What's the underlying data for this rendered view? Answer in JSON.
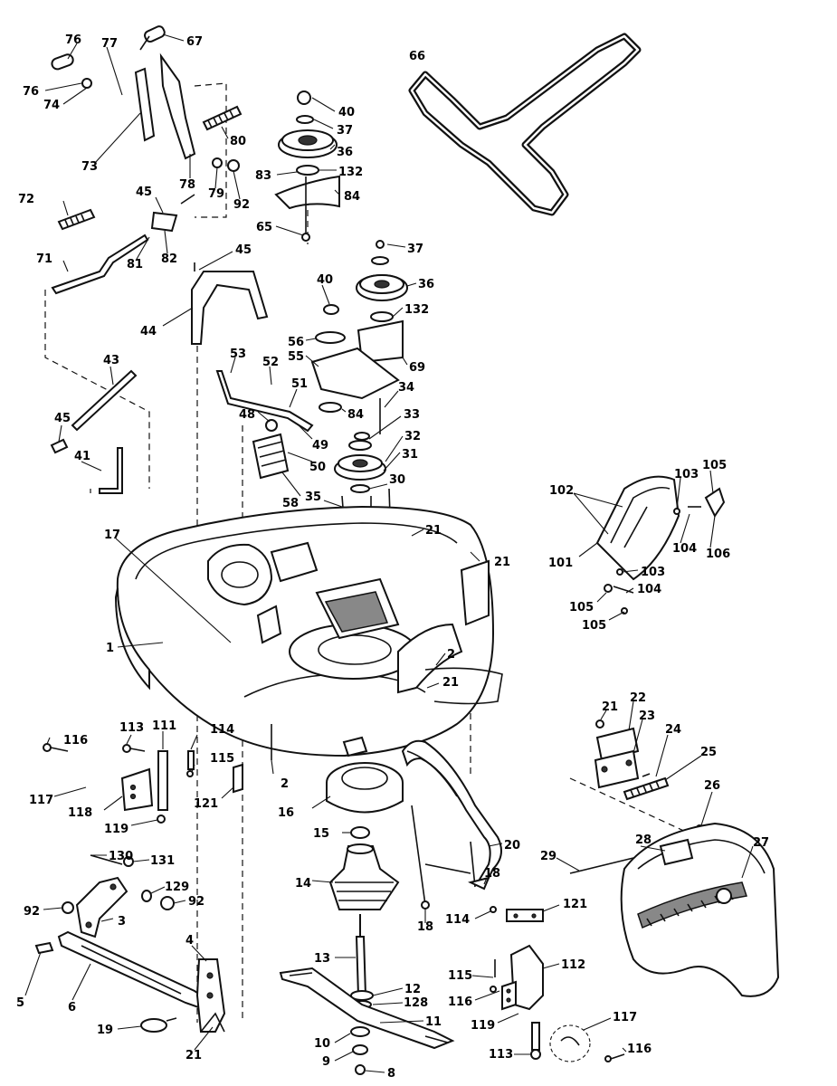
{
  "labels": [
    {
      "id": "l76a",
      "text": "76"
    },
    {
      "id": "l77",
      "text": "77"
    },
    {
      "id": "l67",
      "text": "67"
    },
    {
      "id": "l76b",
      "text": "76"
    },
    {
      "id": "l74",
      "text": "74"
    },
    {
      "id": "l73",
      "text": "73"
    },
    {
      "id": "l78",
      "text": "78"
    },
    {
      "id": "l79",
      "text": "79"
    },
    {
      "id": "l92a",
      "text": "92"
    },
    {
      "id": "l80",
      "text": "80"
    },
    {
      "id": "l72",
      "text": "72"
    },
    {
      "id": "l45a",
      "text": "45"
    },
    {
      "id": "l81",
      "text": "81"
    },
    {
      "id": "l82",
      "text": "82"
    },
    {
      "id": "l71",
      "text": "71"
    },
    {
      "id": "l45b",
      "text": "45"
    },
    {
      "id": "l44",
      "text": "44"
    },
    {
      "id": "l43",
      "text": "43"
    },
    {
      "id": "l45c",
      "text": "45"
    },
    {
      "id": "l41",
      "text": "41"
    },
    {
      "id": "l40a",
      "text": "40"
    },
    {
      "id": "l37a",
      "text": "37"
    },
    {
      "id": "l36a",
      "text": "36"
    },
    {
      "id": "l83",
      "text": "83"
    },
    {
      "id": "l132a",
      "text": "132"
    },
    {
      "id": "l84a",
      "text": "84"
    },
    {
      "id": "l65",
      "text": "65"
    },
    {
      "id": "l66",
      "text": "66"
    },
    {
      "id": "l37b",
      "text": "37"
    },
    {
      "id": "l40b",
      "text": "40"
    },
    {
      "id": "l36b",
      "text": "36"
    },
    {
      "id": "l132b",
      "text": "132"
    },
    {
      "id": "l56",
      "text": "56"
    },
    {
      "id": "l55",
      "text": "55"
    },
    {
      "id": "l69",
      "text": "69"
    },
    {
      "id": "l53",
      "text": "53"
    },
    {
      "id": "l52",
      "text": "52"
    },
    {
      "id": "l51",
      "text": "51"
    },
    {
      "id": "l34",
      "text": "34"
    },
    {
      "id": "l48",
      "text": "48"
    },
    {
      "id": "l84b",
      "text": "84"
    },
    {
      "id": "l33",
      "text": "33"
    },
    {
      "id": "l49",
      "text": "49"
    },
    {
      "id": "l32",
      "text": "32"
    },
    {
      "id": "l31",
      "text": "31"
    },
    {
      "id": "l50",
      "text": "50"
    },
    {
      "id": "l30",
      "text": "30"
    },
    {
      "id": "l58",
      "text": "58"
    },
    {
      "id": "l35",
      "text": "35"
    },
    {
      "id": "l21a",
      "text": "21"
    },
    {
      "id": "l17",
      "text": "17"
    },
    {
      "id": "l21b",
      "text": "21"
    },
    {
      "id": "l1",
      "text": "1"
    },
    {
      "id": "l2a",
      "text": "2"
    },
    {
      "id": "l21c",
      "text": "21"
    },
    {
      "id": "l102",
      "text": "102"
    },
    {
      "id": "l103a",
      "text": "103"
    },
    {
      "id": "l105a",
      "text": "105"
    },
    {
      "id": "l104a",
      "text": "104"
    },
    {
      "id": "l106",
      "text": "106"
    },
    {
      "id": "l101",
      "text": "101"
    },
    {
      "id": "l103b",
      "text": "103"
    },
    {
      "id": "l104b",
      "text": "104"
    },
    {
      "id": "l105b",
      "text": "105"
    },
    {
      "id": "l105c",
      "text": "105"
    },
    {
      "id": "l116a",
      "text": "116"
    },
    {
      "id": "l113a",
      "text": "113"
    },
    {
      "id": "l111",
      "text": "111"
    },
    {
      "id": "l114a",
      "text": "114"
    },
    {
      "id": "l115a",
      "text": "115"
    },
    {
      "id": "l117a",
      "text": "117"
    },
    {
      "id": "l118",
      "text": "118"
    },
    {
      "id": "l121a",
      "text": "121"
    },
    {
      "id": "l119a",
      "text": "119"
    },
    {
      "id": "l2b",
      "text": "2"
    },
    {
      "id": "l16",
      "text": "16"
    },
    {
      "id": "l21d",
      "text": "21"
    },
    {
      "id": "l22",
      "text": "22"
    },
    {
      "id": "l23",
      "text": "23"
    },
    {
      "id": "l24",
      "text": "24"
    },
    {
      "id": "l25",
      "text": "25"
    },
    {
      "id": "l26",
      "text": "26"
    },
    {
      "id": "l15",
      "text": "15"
    },
    {
      "id": "l20",
      "text": "20"
    },
    {
      "id": "l130",
      "text": "130"
    },
    {
      "id": "l131",
      "text": "131"
    },
    {
      "id": "l14",
      "text": "14"
    },
    {
      "id": "l129",
      "text": "129"
    },
    {
      "id": "l92b",
      "text": "92"
    },
    {
      "id": "l92c",
      "text": "92"
    },
    {
      "id": "l3",
      "text": "3"
    },
    {
      "id": "l18a",
      "text": "18"
    },
    {
      "id": "l28",
      "text": "28"
    },
    {
      "id": "l29",
      "text": "29"
    },
    {
      "id": "l27",
      "text": "27"
    },
    {
      "id": "l18b",
      "text": "18"
    },
    {
      "id": "l114b",
      "text": "114"
    },
    {
      "id": "l121b",
      "text": "121"
    },
    {
      "id": "l4",
      "text": "4"
    },
    {
      "id": "l13",
      "text": "13"
    },
    {
      "id": "l115b",
      "text": "115"
    },
    {
      "id": "l112",
      "text": "112"
    },
    {
      "id": "l5",
      "text": "5"
    },
    {
      "id": "l6",
      "text": "6"
    },
    {
      "id": "l12",
      "text": "12"
    },
    {
      "id": "l116b",
      "text": "116"
    },
    {
      "id": "l128",
      "text": "128"
    },
    {
      "id": "l11",
      "text": "11"
    },
    {
      "id": "l119b",
      "text": "119"
    },
    {
      "id": "l117b",
      "text": "117"
    },
    {
      "id": "l19",
      "text": "19"
    },
    {
      "id": "l10",
      "text": "10"
    },
    {
      "id": "l21e",
      "text": "21"
    },
    {
      "id": "l9",
      "text": "9"
    },
    {
      "id": "l113b",
      "text": "113"
    },
    {
      "id": "l116c",
      "text": "116"
    },
    {
      "id": "l8",
      "text": "8"
    }
  ]
}
